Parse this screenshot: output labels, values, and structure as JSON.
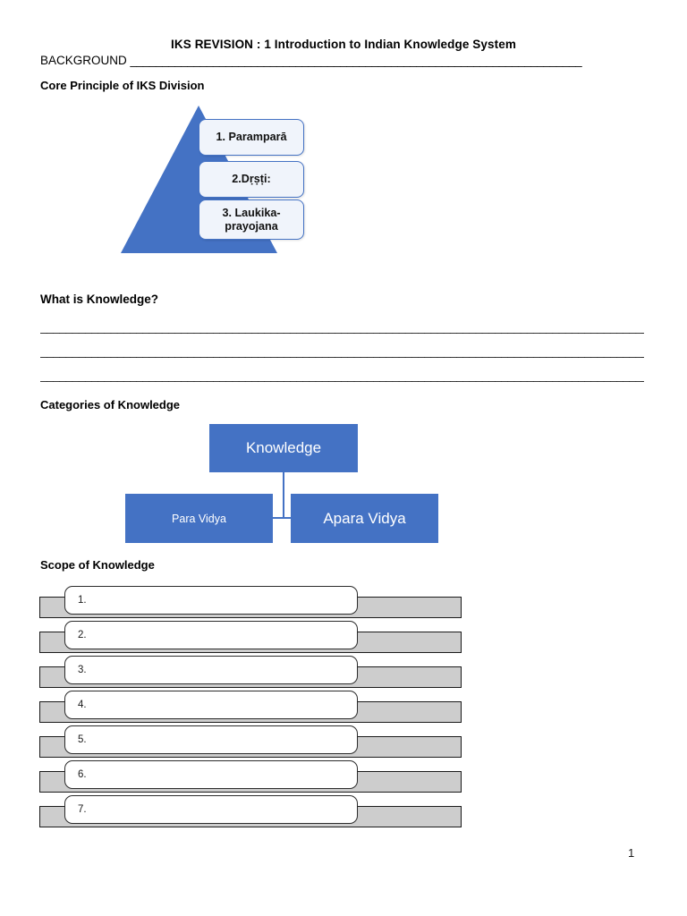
{
  "document": {
    "title": "IKS REVISION  :  1 Introduction to Indian Knowledge System",
    "background_label": "BACKGROUND",
    "background_rule": "_______________________________________________________________________",
    "page_number": "1"
  },
  "sections": {
    "core_principle": {
      "heading": "Core Principle of IKS Division",
      "diagram_type": "pyramid",
      "levels": [
        {
          "label": "1. Paramparā"
        },
        {
          "label": "2.Dṛṣṭi:"
        },
        {
          "label": "3. Laukika-prayojana"
        }
      ],
      "pyramid_color": "#4472C4",
      "box_fill": "#F0F4FB",
      "box_border": "#4472C4"
    },
    "what_is_knowledge": {
      "heading": "What is Knowledge?",
      "answer_lines": [
        "______________________________________________________________________________________________________________________",
        "______________________________________________________________________________________________________________________",
        "______________________________________________________________________________________________________________________"
      ]
    },
    "categories_of_knowledge": {
      "heading": "Categories of Knowledge",
      "diagram_type": "org-chart",
      "root": {
        "label": "Knowledge"
      },
      "children": [
        {
          "label": "Para Vidya"
        },
        {
          "label": "Apara Vidya"
        }
      ],
      "box_color": "#4472C4",
      "text_color": "#FFFFFF"
    },
    "scope_of_knowledge": {
      "heading": "Scope of Knowledge",
      "bar_color": "#CDCDCD",
      "field_color": "#FFFFFF",
      "rows": [
        {
          "number": "1.",
          "value": ""
        },
        {
          "number": "2.",
          "value": ""
        },
        {
          "number": "3.",
          "value": ""
        },
        {
          "number": "4.",
          "value": ""
        },
        {
          "number": "5.",
          "value": ""
        },
        {
          "number": "6.",
          "value": ""
        },
        {
          "number": "7.",
          "value": ""
        }
      ]
    }
  }
}
